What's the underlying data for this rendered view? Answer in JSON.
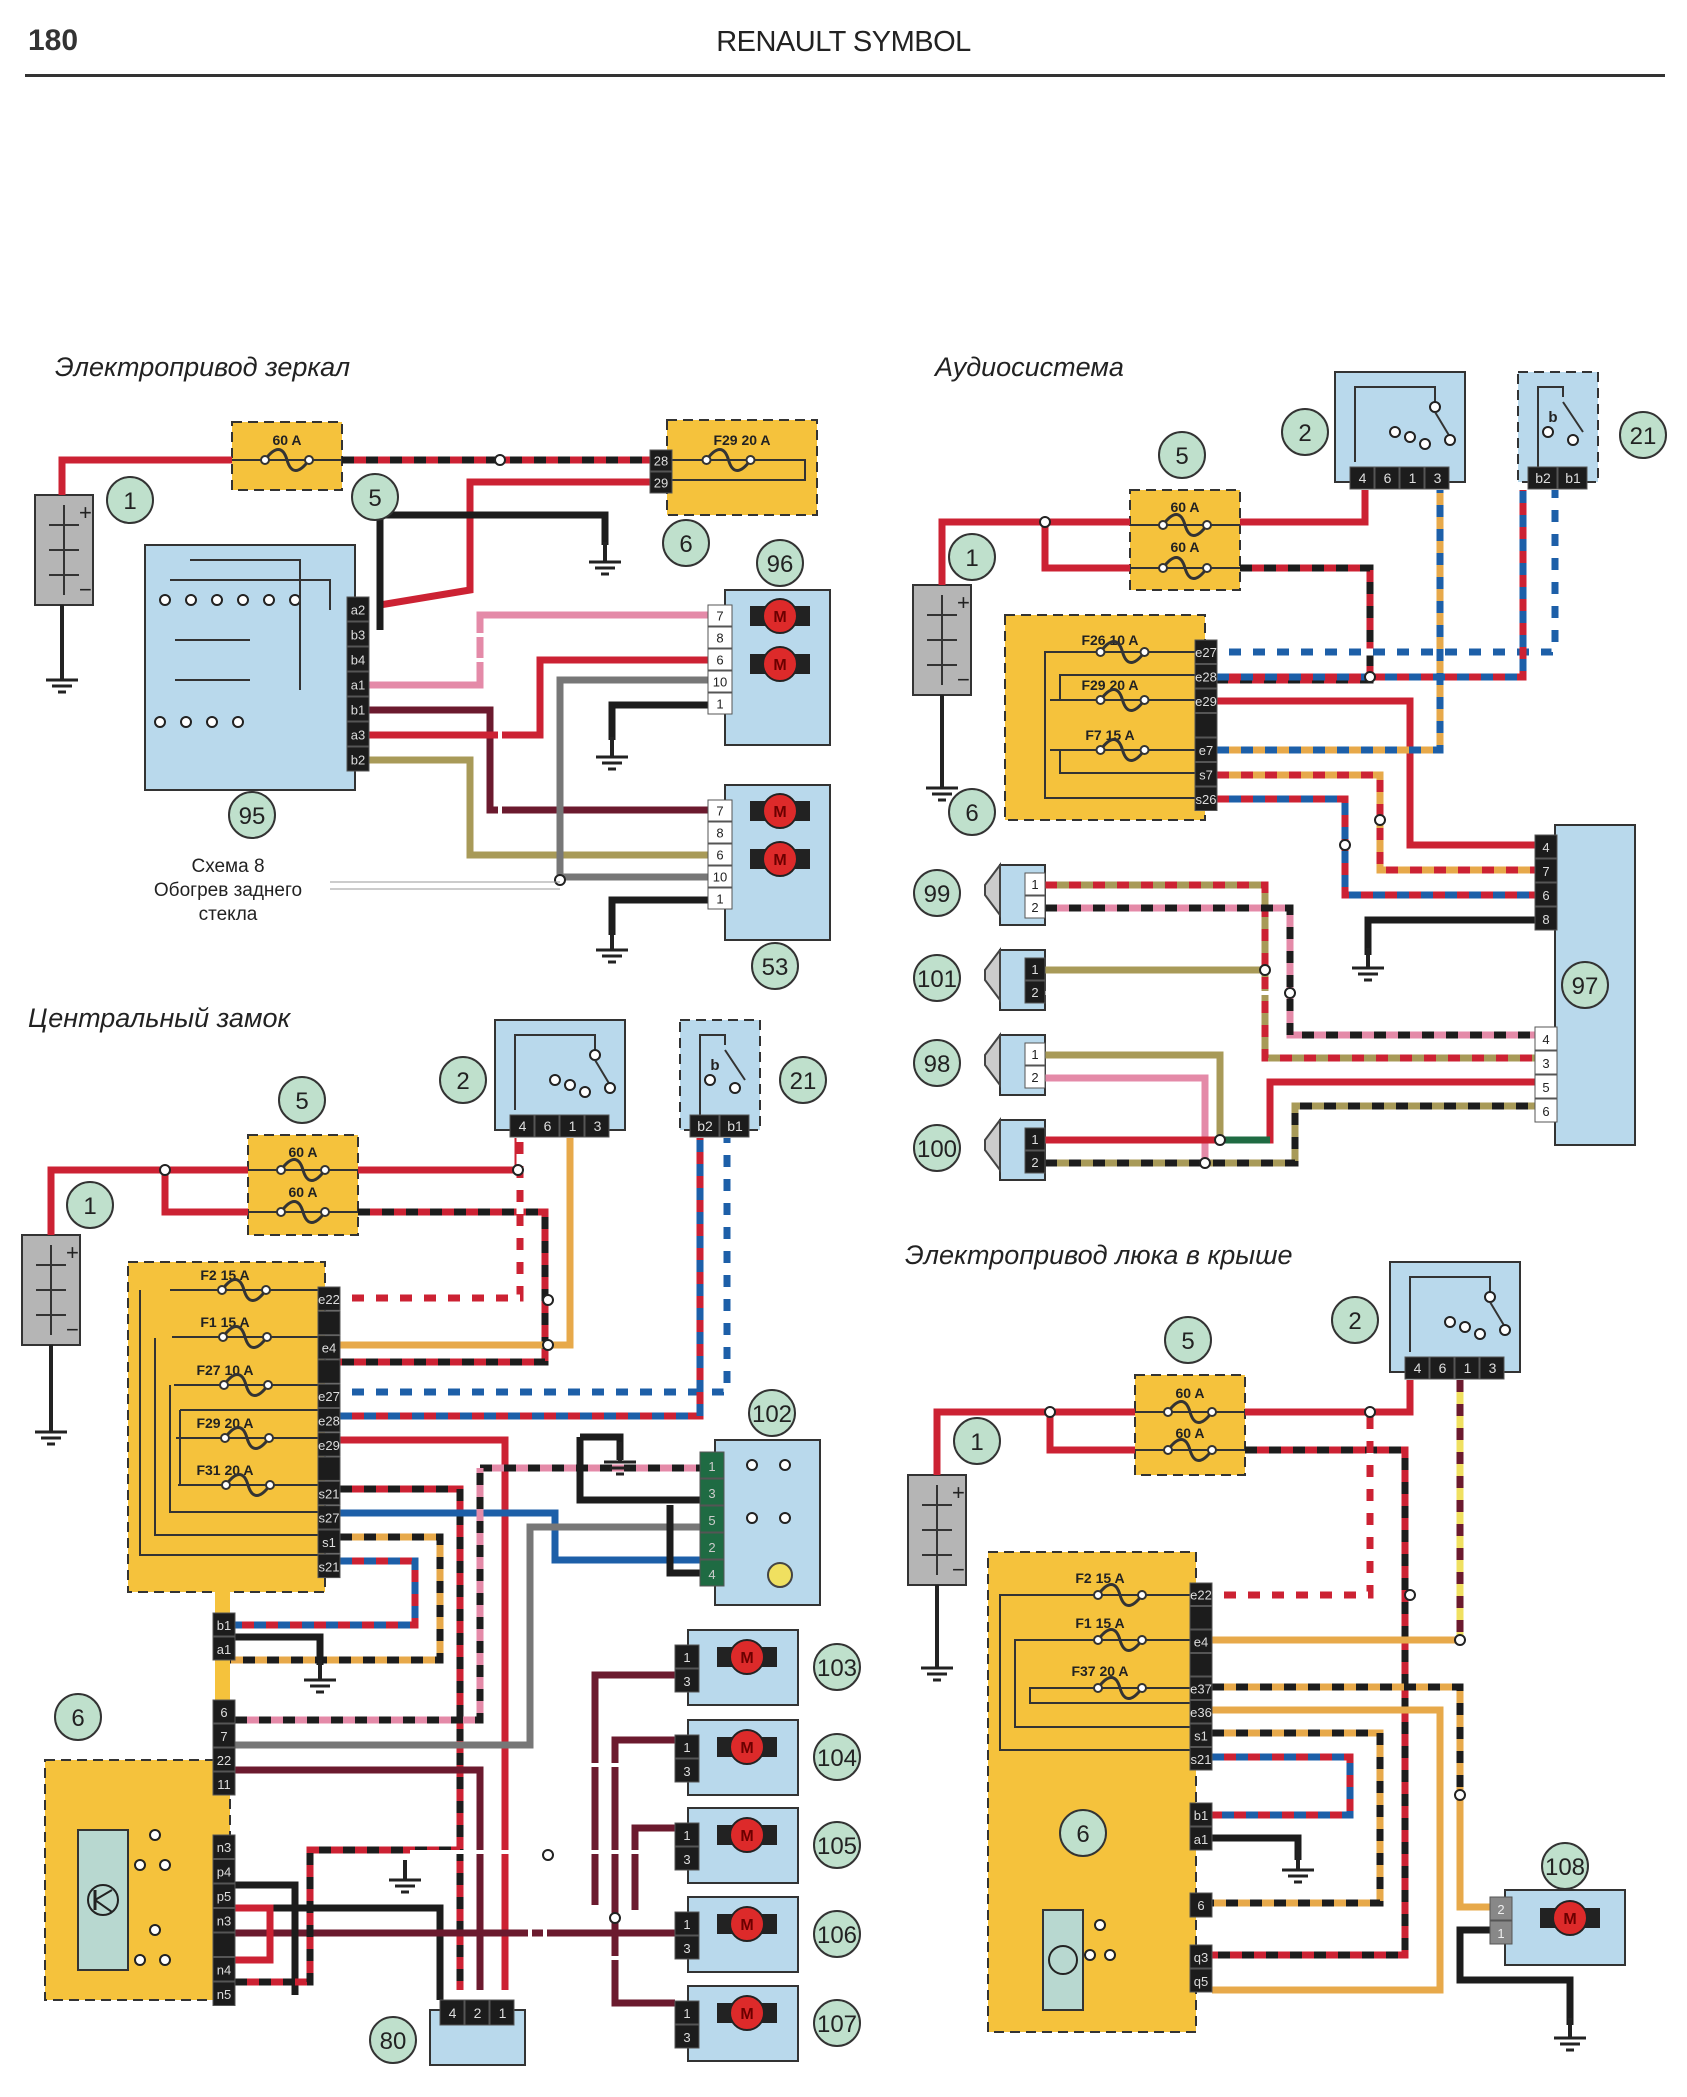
{
  "header": {
    "page_number": "180",
    "title": "RENAULT SYMBOL"
  },
  "colors": {
    "fuse_box": "#f5c23c",
    "component": "#b9d9ec",
    "badge": "#bfe0cc",
    "battery": "#b5b5b5",
    "wire_red": "#cc2233",
    "wire_black": "#1c1c1c",
    "wire_pink": "#e48aa8",
    "wire_brown": "#6b1a2e",
    "wire_olive": "#a89a58",
    "wire_gray": "#777777",
    "wire_blue": "#1d5fa8",
    "wire_orange": "#e7a94a",
    "wire_green": "#1f6b43",
    "wire_yellow": "#f0e060",
    "motor": "#dd2a2a"
  },
  "sections": {
    "mirrors": {
      "title": "Электропривод зеркал",
      "fuse_60": "60 A",
      "fuse_f29": "F29 20 A",
      "fuse_pins": [
        "28",
        "29"
      ],
      "badges": {
        "battery": "1",
        "fusebox": "5",
        "ucb": "6",
        "switch": "95",
        "mirror_left": "96",
        "mirror_right": "53"
      },
      "switch_pins": [
        "a2",
        "b3",
        "b4",
        "a1",
        "b1",
        "a3",
        "b2"
      ],
      "mirror_pins": [
        "7",
        "8",
        "6",
        "10",
        "1"
      ],
      "note": [
        "Схема 8",
        "Обогрев заднего",
        "стекла"
      ]
    },
    "audio": {
      "title": "Аудиосистема",
      "fuse_60a": "60 A",
      "fuse_60b": "60 A",
      "fuses": [
        "F26 10 A",
        "F29 20 A",
        "F7 15 A"
      ],
      "ucb_pins": [
        "e27",
        "e28",
        "e29",
        "",
        "e7",
        "s7",
        "s26"
      ],
      "ign_pins": [
        "4",
        "6",
        "1",
        "3"
      ],
      "sw21_pins": [
        "b2",
        "b1"
      ],
      "sw21_letter": "b",
      "radio_pins_top": [
        "4",
        "7",
        "6",
        "8"
      ],
      "radio_pins_bottom": [
        "4",
        "3",
        "5",
        "6"
      ],
      "badges": {
        "ignition": "2",
        "switch": "21",
        "fusebox": "5",
        "battery": "1",
        "ucb": "6",
        "radio": "97"
      },
      "speakers": [
        {
          "badge": "99",
          "pins": [
            "1",
            "2"
          ]
        },
        {
          "badge": "101",
          "pins": [
            "1",
            "2"
          ]
        },
        {
          "badge": "98",
          "pins": [
            "1",
            "2"
          ]
        },
        {
          "badge": "100",
          "pins": [
            "1",
            "2"
          ]
        }
      ]
    },
    "central_lock": {
      "title": "Центральный замок",
      "fuse_60a": "60 A",
      "fuse_60b": "60 A",
      "fuses": [
        "F2 15 A",
        "F1 15 A",
        "F27 10 A",
        "F29 20 A",
        "F31 20 A"
      ],
      "ucb_pins_top": [
        "e22",
        "",
        "e4",
        "",
        "e27",
        "e28",
        "e29",
        "",
        "s21",
        "s27",
        "s1",
        "s21"
      ],
      "ucb_pins_mid": [
        "b1",
        "a1"
      ],
      "ucb_pins_conn": [
        "6",
        "7",
        "22",
        "11"
      ],
      "ucb_pins_bottom": [
        "n3",
        "p4",
        "p5",
        "n3",
        "",
        "n4",
        "n5"
      ],
      "ign_pins": [
        "4",
        "6",
        "1",
        "3"
      ],
      "sw21_pins": [
        "b2",
        "b1"
      ],
      "sw21_letter": "b",
      "switch102_pins": [
        "1",
        "3",
        "5",
        "2",
        "4"
      ],
      "actuator_pins": [
        "1",
        "3"
      ],
      "connector80_pins": [
        "4",
        "2",
        "1"
      ],
      "motor_label": "M",
      "badges": {
        "fusebox": "5",
        "ignition": "2",
        "switch21": "21",
        "battery": "1",
        "ucb": "6",
        "switch102": "102",
        "connector": "80",
        "actuators": [
          "103",
          "104",
          "105",
          "106",
          "107"
        ]
      }
    },
    "sunroof": {
      "title": "Электропривод люка в крыше",
      "fuse_60a": "60 A",
      "fuse_60b": "60 A",
      "fuses": [
        "F2 15 A",
        "F1 15 A",
        "F37 20 A"
      ],
      "ucb_pins": [
        "e22",
        "",
        "e4",
        "",
        "e37",
        "e36",
        "s1",
        "s21"
      ],
      "ucb_pins_mid": [
        "b1",
        "a1"
      ],
      "ucb_pin_6": "6",
      "ucb_pins_bottom": [
        "q3",
        "q5"
      ],
      "ign_pins": [
        "4",
        "6",
        "1",
        "3"
      ],
      "motor_pins": [
        "2",
        "1"
      ],
      "motor_label": "M",
      "badges": {
        "ignition": "2",
        "fusebox": "5",
        "battery": "1",
        "ucb": "6",
        "motor": "108"
      }
    }
  }
}
